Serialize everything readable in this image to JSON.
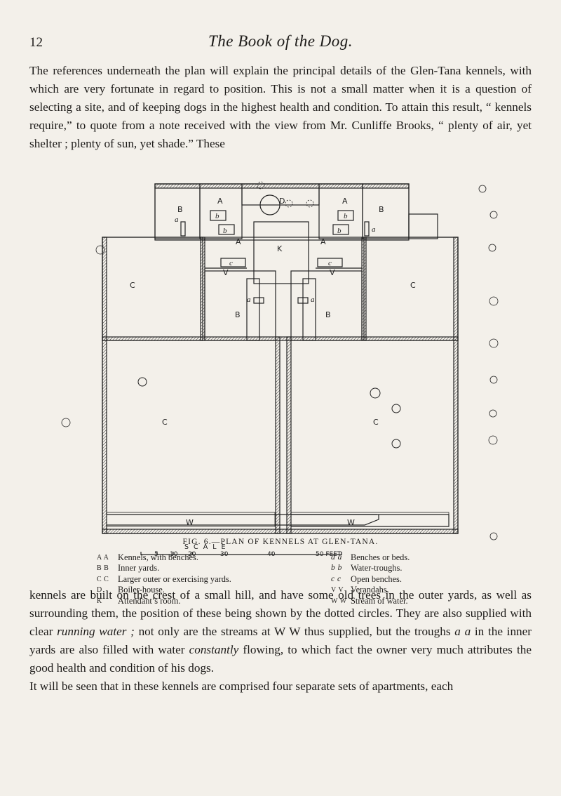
{
  "header": {
    "page_number": "12",
    "running_title": "The Book of the Dog."
  },
  "text": {
    "para1": "The references underneath the plan will explain the principal details of the Glen-Tana kennels, with which are very fortunate in regard to position. This is not a small matter when it is a question of selecting a site, and of keeping dogs in the highest health and condition. To attain this result, “ kennels require,” to quote from a note received with the view from Mr. Cunliffe Brooks, “ plenty of air, yet shelter ; plenty of sun, yet shade.” These",
    "para2_a": "kennels are built on the crest of a small hill, and have some old trees in the outer yards, as well as surrounding them, the position of these being shown by the dotted circles. They are also supplied with clear ",
    "para2_em1": "running water ;",
    "para2_b": " not only are the streams at W W thus supplied, but the troughs ",
    "para2_em2": "a a",
    "para2_c": " in the inner yards are also filled with water ",
    "para2_em3": "constantly",
    "para2_d": " flowing, to which fact the owner very much attributes the good health and condition of his dogs.",
    "para3": "It will be seen that in these kennels are comprised four separate sets of apartments, each"
  },
  "figure": {
    "caption": "FIG. 6.—PLAN OF KENNELS AT GLEN-TANA.",
    "scale": {
      "title": "S C A L E",
      "ticks": [
        "5",
        "10",
        "20",
        "30",
        "40",
        "50 FEET"
      ]
    },
    "labels": {
      "A": "A",
      "B": "B",
      "C": "C",
      "D": "D",
      "K": "K",
      "V": "V",
      "W": "W",
      "a": "a",
      "b": "b",
      "c": "c"
    },
    "legend_left": [
      {
        "key": "A A",
        "text": "Kennels, with benches."
      },
      {
        "key": "B B",
        "text": "Inner yards."
      },
      {
        "key": "C C",
        "text": "Larger outer or exercising yards."
      },
      {
        "key": "D",
        "text": "Boiler-house."
      },
      {
        "key": "K",
        "text": "Attendant’s room."
      }
    ],
    "legend_right": [
      {
        "key": "a a",
        "text": "Benches or beds."
      },
      {
        "key": "b b",
        "text": "Water-troughs."
      },
      {
        "key": "c c",
        "text": "Open benches."
      },
      {
        "key": "V V",
        "text": "Verandahs."
      },
      {
        "key": "W W",
        "text": "Stream of water."
      }
    ]
  }
}
